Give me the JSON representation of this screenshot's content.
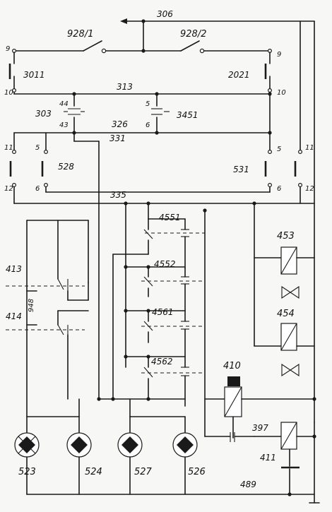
{
  "diagram": {
    "labels": {
      "n306": "306",
      "n928_1": "928/1",
      "n928_2": "928/2",
      "n3011": "3011",
      "n2021": "2021",
      "n313": "313",
      "n303": "303",
      "n326": "326",
      "n3451": "3451",
      "n331": "331",
      "n528": "528",
      "n531": "531",
      "n335": "335",
      "n4551": "4551",
      "n4552": "4552",
      "n4561": "4561",
      "n4562": "4562",
      "n453": "453",
      "n454": "454",
      "n413": "413",
      "n414": "414",
      "n948": "948",
      "n410": "410",
      "n397": "397",
      "n411": "411",
      "n523": "523",
      "n524": "524",
      "n527": "527",
      "n526": "526",
      "n489": "489"
    },
    "terminals": {
      "t9_left": "9",
      "t10_left": "10",
      "t9_right": "9",
      "t10_right": "10",
      "t44": "44",
      "t43": "43",
      "t5_mid": "5",
      "t6_mid": "6",
      "t11_left": "11",
      "t12_left": "12",
      "t5_left": "5",
      "t6_left": "6",
      "t5_right": "5",
      "t6_right": "6",
      "t11_right": "11",
      "t12_right": "12"
    }
  }
}
